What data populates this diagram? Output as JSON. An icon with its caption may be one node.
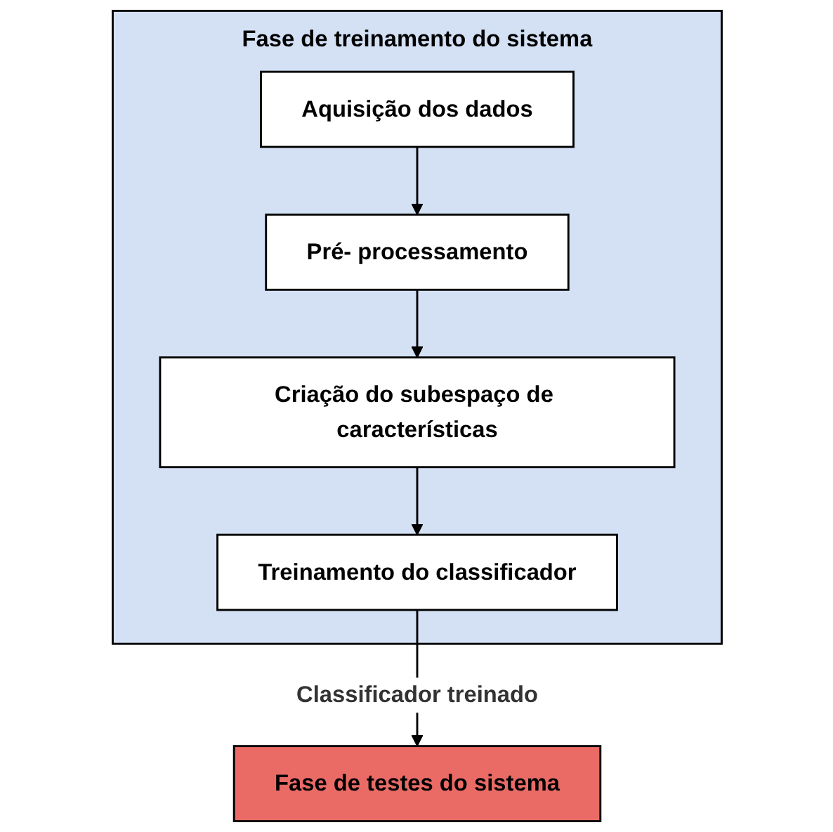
{
  "diagram": {
    "nodes": [
      {
        "text": [
          "Fase de treinamento do sistema"
        ]
      },
      {
        "text": [
          "Aquisição dos dados"
        ],
        "in": 0
      },
      {
        "text": [
          "Pré- processamento"
        ],
        "in": 0
      },
      {
        "text": [
          "Criação do subespaço de características"
        ],
        "in": 0
      },
      {
        "text": [
          "Treinamento do classificador"
        ],
        "in": 0
      },
      {
        "text": [
          "Fase de testes do sistema"
        ]
      }
    ],
    "edges": [
      {
        "from": 1,
        "to": 2,
        "arrow": "to"
      },
      {
        "from": 2,
        "to": 3,
        "arrow": "to"
      },
      {
        "from": 3,
        "to": 4,
        "arrow": "to"
      },
      {
        "from": 4,
        "to": 5,
        "arrow": "to",
        "label": "Classificador treinado"
      }
    ]
  }
}
